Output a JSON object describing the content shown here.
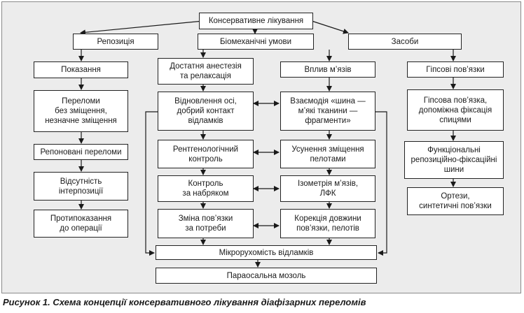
{
  "diagram": {
    "root": "Консервативне лікування",
    "branches": {
      "reposition": "Репозиція",
      "biomechanical": "Біомеханічні умови",
      "means": "Засоби"
    },
    "reposition_column": [
      "Показання",
      "Переломи\nбез зміщення,\nнезначне зміщення",
      "Репоновані переломи",
      "Відсутність\nінтерпозиції",
      "Протипоказання\nдо операції"
    ],
    "biomech_left": [
      "Достатня анестезія\nта релаксація",
      "Відновлення осі,\nдобрий контакт\nвідламків",
      "Рентгенологічний\nконтроль",
      "Контроль\nза набряком",
      "Зміна пов’язки\nза потреби"
    ],
    "biomech_right": [
      "Вплив м’язів",
      "Взаємодія «шина —\nм’які тканини —\nфрагменти»",
      "Усунення зміщення\nпелотами",
      "Ізометрія м’язів,\nЛФК",
      "Корекція довжини\nпов’язки, пелотів"
    ],
    "micromobility": "Мікрорухомість відламків",
    "outcome": "Параосальна мозоль",
    "means_column": [
      "Гіпсові пов’язки",
      "Гіпсова пов’язка,\nдопоміжна фіксація\nспицями",
      "Функціональні\nрепозиційно-фіксаційні\nшини",
      "Ортези,\nсинтетичні пов’язки"
    ]
  },
  "caption": "Рисунок 1. Схема концепції консервативного лікування діафізарних переломів"
}
